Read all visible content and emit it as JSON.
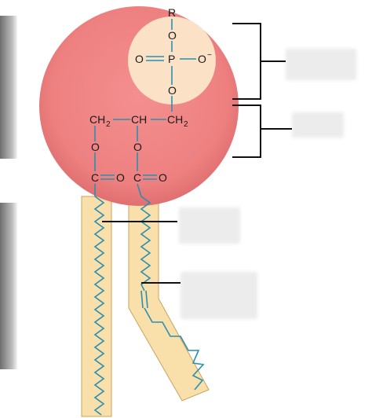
{
  "molecule": {
    "atoms": {
      "R": "R",
      "O": "O",
      "P": "P",
      "O_minus": "O",
      "minus_sign": "−",
      "CH2": "CH",
      "CH": "CH",
      "C": "C",
      "subscript_2": "2"
    }
  },
  "colors": {
    "head_sphere": "#ee8080",
    "phosphate_highlight": "#fbe1c6",
    "tail_fill": "#f9dfaa",
    "tail_border": "#c9a45a",
    "bond_line": "#2a8fb0",
    "bracket_line": "#111111",
    "label_box": "#ececec",
    "side_bar": "#8a8a8a"
  },
  "icons": {
    "bracket_top": "right-bracket-icon",
    "bracket_bottom": "right-bracket-icon",
    "double_bond": "cis-double-bond-icon"
  },
  "labels": {
    "phosphate_group_label": "",
    "glycerol_label": "",
    "saturated_tail_label": "",
    "unsaturated_tail_label": "",
    "head_side_label": "",
    "tail_side_label": ""
  }
}
